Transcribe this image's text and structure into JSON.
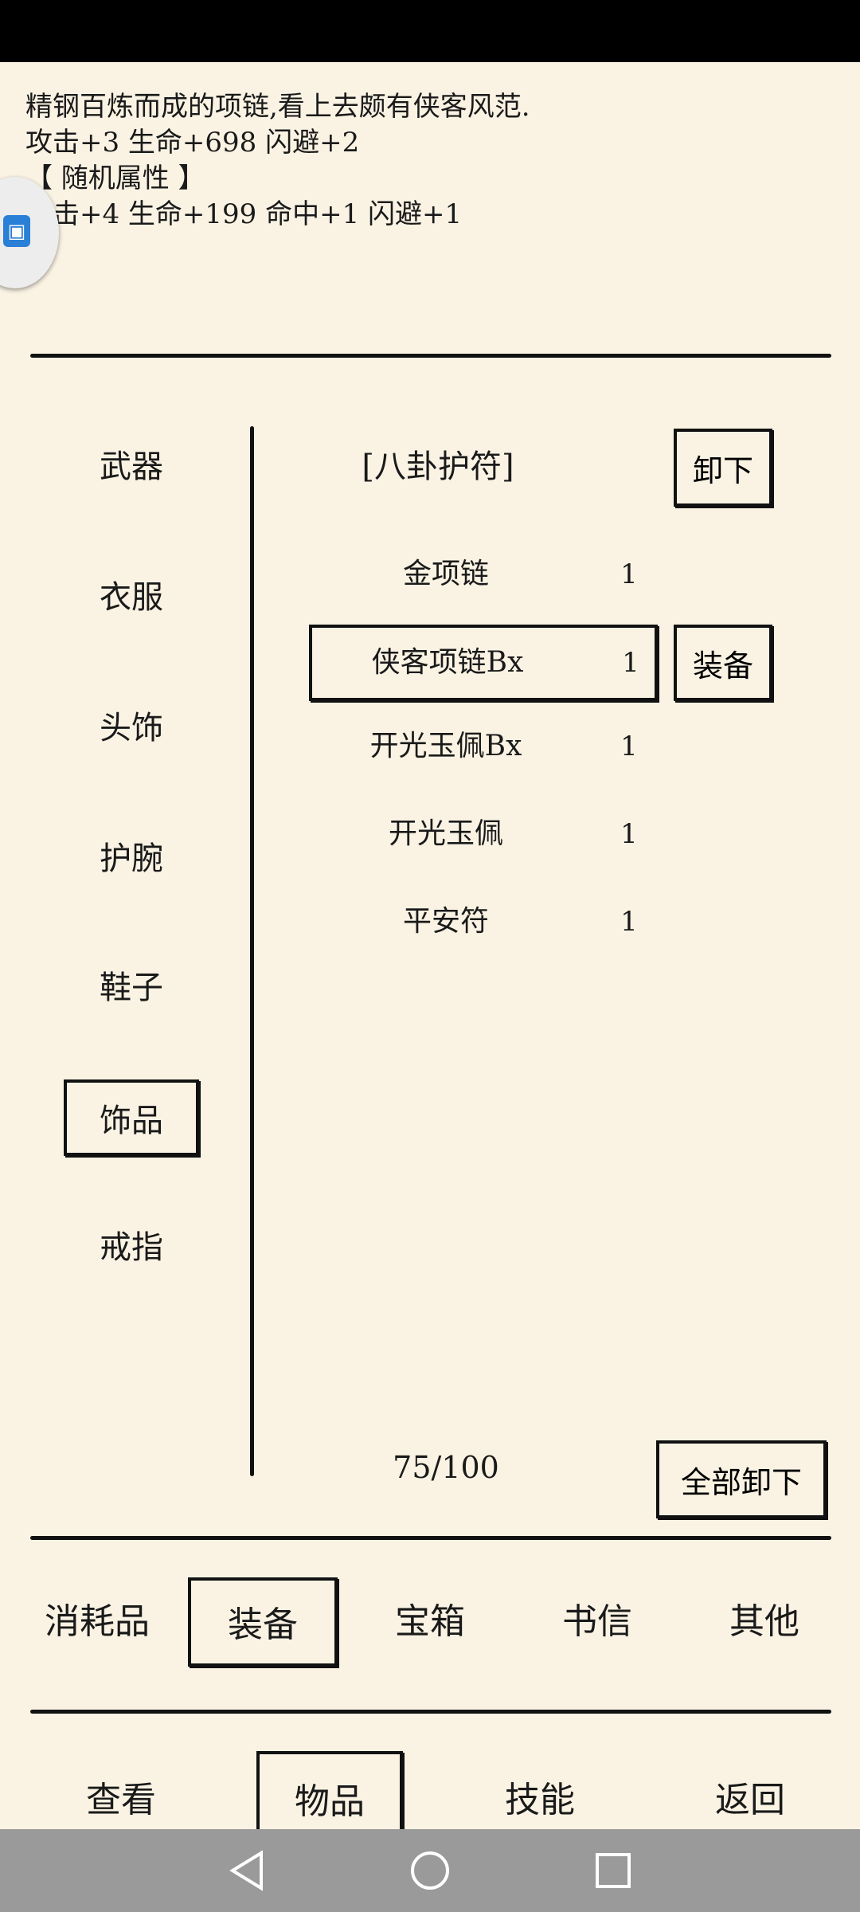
{
  "description": {
    "line1": "精钢百炼而成的项链,看上去颇有侠客风范.",
    "line2": "攻击+3 生命+698 闪避+2",
    "line3": "【 随机属性 】",
    "line4": "攻击+4 生命+199 命中+1 闪避+1"
  },
  "slots": [
    {
      "label": "武器"
    },
    {
      "label": "衣服"
    },
    {
      "label": "头饰"
    },
    {
      "label": "护腕"
    },
    {
      "label": "鞋子"
    },
    {
      "label": "饰品",
      "selected": true
    },
    {
      "label": "戒指"
    }
  ],
  "equipped": {
    "item": "[八卦护符]",
    "unequip_label": "卸下"
  },
  "items": [
    {
      "name": "金项链",
      "qty": "1"
    },
    {
      "name": "侠客项链Bx",
      "qty": "1",
      "selected": true
    },
    {
      "name": "开光玉佩Bx",
      "qty": "1"
    },
    {
      "name": "开光玉佩",
      "qty": "1"
    },
    {
      "name": "平安符",
      "qty": "1"
    }
  ],
  "equip_label": "装备",
  "capacity": "75/100",
  "unequip_all_label": "全部卸下",
  "tabs": [
    {
      "label": "消耗品"
    },
    {
      "label": "装备",
      "selected": true
    },
    {
      "label": "宝箱"
    },
    {
      "label": "书信"
    },
    {
      "label": "其他"
    }
  ],
  "bottom_nav": [
    {
      "label": "查看"
    },
    {
      "label": "物品",
      "selected": true
    },
    {
      "label": "技能"
    },
    {
      "label": "返回"
    }
  ],
  "system_nav": {
    "back_icon": "triangle-back-icon",
    "home_icon": "circle-home-icon",
    "recents_icon": "square-recents-icon"
  }
}
